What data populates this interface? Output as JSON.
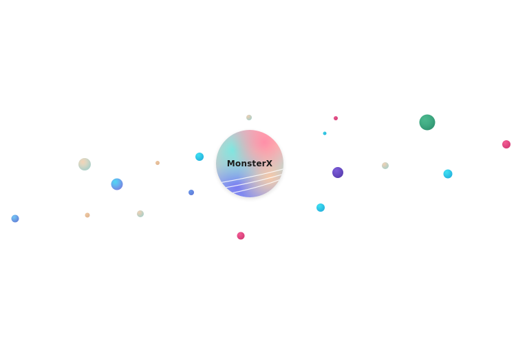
{
  "logo": {
    "label": "MonsterX"
  },
  "bubbles": [
    {
      "name": "bubble-peach-teal-large",
      "colors": [
        "#f3d3b6",
        "#a9e4e3"
      ]
    },
    {
      "name": "bubble-blue-violet",
      "colors": [
        "#4fd6f2",
        "#8e7cf3"
      ]
    },
    {
      "name": "bubble-peach-small",
      "colors": [
        "#f7d0a8",
        "#f2c19a"
      ]
    },
    {
      "name": "bubble-cyan-left",
      "colors": [
        "#3fe0f0",
        "#22b8f0"
      ]
    },
    {
      "name": "bubble-blue-small",
      "colors": [
        "#6a9cf0",
        "#6a7ee8"
      ]
    },
    {
      "name": "bubble-peach-tiny",
      "colors": [
        "#f7d0a8",
        "#f2c19a"
      ]
    },
    {
      "name": "bubble-peach-teal-small",
      "colors": [
        "#f3d3b6",
        "#a9e4e3"
      ]
    },
    {
      "name": "bubble-blue-edge",
      "colors": [
        "#74c8f5",
        "#6a7ee8"
      ]
    },
    {
      "name": "bubble-peach-top",
      "colors": [
        "#f3d3b6",
        "#a9e4e3"
      ]
    },
    {
      "name": "bubble-pink-top",
      "colors": [
        "#f25c94",
        "#e33a7a"
      ]
    },
    {
      "name": "bubble-cyan-tiny",
      "colors": [
        "#3fe0f0",
        "#22b8f0"
      ]
    },
    {
      "name": "bubble-purple",
      "colors": [
        "#7b5cd6",
        "#5a3db8"
      ]
    },
    {
      "name": "bubble-peach-teal-right",
      "colors": [
        "#f3d3b6",
        "#a9e4e3"
      ]
    },
    {
      "name": "bubble-green-large",
      "colors": [
        "#4cb88e",
        "#2f9a75"
      ]
    },
    {
      "name": "bubble-cyan-right",
      "colors": [
        "#3fe0f0",
        "#22b8f0"
      ]
    },
    {
      "name": "bubble-pink-edge",
      "colors": [
        "#f25c94",
        "#e33a7a"
      ]
    },
    {
      "name": "bubble-cyan-lower",
      "colors": [
        "#3fe0f0",
        "#22b8f0"
      ]
    },
    {
      "name": "bubble-pink-bottom",
      "colors": [
        "#f25c94",
        "#e33a7a"
      ]
    }
  ]
}
